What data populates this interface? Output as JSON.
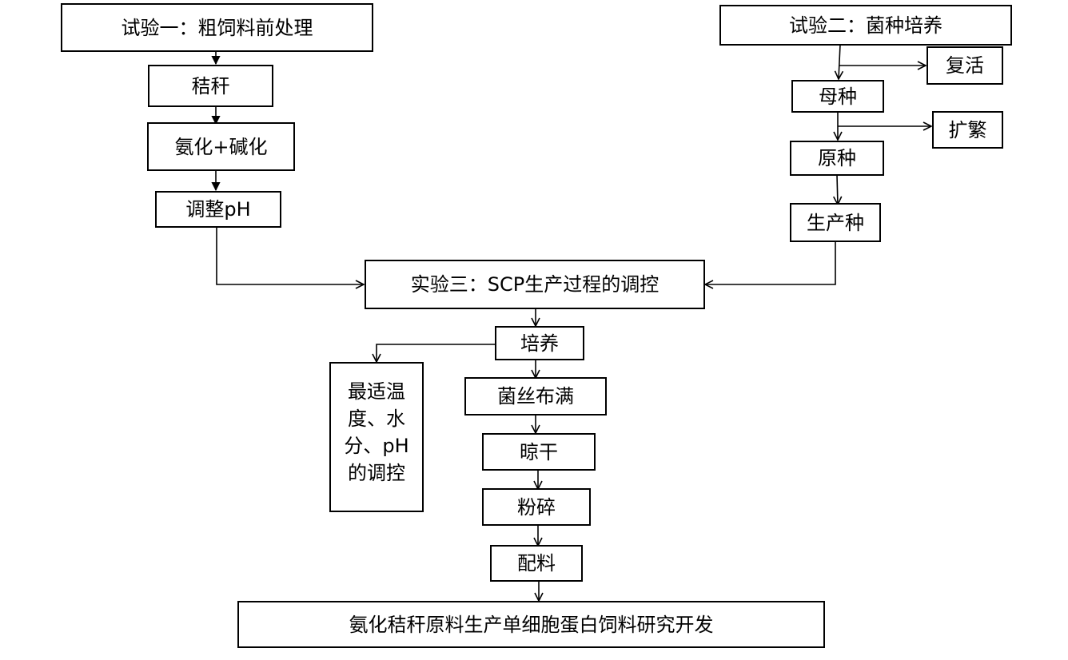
{
  "diagram": {
    "trial1": {
      "title": "试验一：粗饲料前处理",
      "steps": [
        "秸秆",
        "氨化+碱化",
        "调整pH"
      ]
    },
    "trial2": {
      "title": "试验二：菌种培养",
      "steps": [
        "母种",
        "原种",
        "生产种"
      ],
      "side_steps": [
        "复活",
        "扩繁"
      ]
    },
    "trial3": {
      "title": "实验三：SCP生产过程的调控",
      "steps": [
        "培养",
        "菌丝布满",
        "晾干",
        "粉碎",
        "配料"
      ],
      "side_note": "最适温度、水分、pH的调控"
    },
    "final": "氨化秸秆原料生产单细胞蛋白饲料研究开发",
    "colors": {
      "line": "#000000",
      "background": "#ffffff"
    }
  }
}
